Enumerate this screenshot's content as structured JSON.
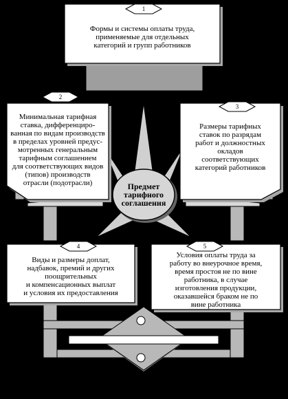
{
  "colors": {
    "background": "#000000",
    "card": "#ffffff",
    "card_shadow": "#a8a8a8",
    "arrow": "#cfcfcf",
    "connector": "#b8b8b8",
    "center": "#d6d6d6",
    "outline": "#000000"
  },
  "center": {
    "lines": [
      "Предмет",
      "тарифного",
      "соглашения"
    ]
  },
  "boxes": [
    {
      "number": "1",
      "lines": [
        "Формы и системы оплаты труда,",
        "применяемые для отдельных",
        "категорий и групп работников"
      ]
    },
    {
      "number": "2",
      "lines": [
        "Минимальная тарифная",
        "ставка, дифференциро-",
        "ванная по видам производств",
        "в пределах уровней предус-",
        "мотренных генеральным",
        "тарифным соглашением",
        "для соответствующих видов",
        "(типов) производств",
        "отрасли (подотрасли)"
      ]
    },
    {
      "number": "3",
      "lines": [
        "Размеры тарифных",
        "ставок по разрядам",
        "работ и должностных",
        "окладов",
        "соответствующих",
        "категорий работников"
      ]
    },
    {
      "number": "4",
      "lines": [
        "Виды и размеры доплат,",
        "надбавок, премий и других",
        "поощрительных",
        "и компенсационных выплат",
        "и условия их предоставления"
      ]
    },
    {
      "number": "5",
      "lines": [
        "Условия оплаты труда за",
        "работу во внеурочное время,",
        "время простоя не по вине",
        "работника, в случае",
        "изготовления продукции,",
        "оказавшейся браком не по",
        "вине работника"
      ]
    }
  ]
}
